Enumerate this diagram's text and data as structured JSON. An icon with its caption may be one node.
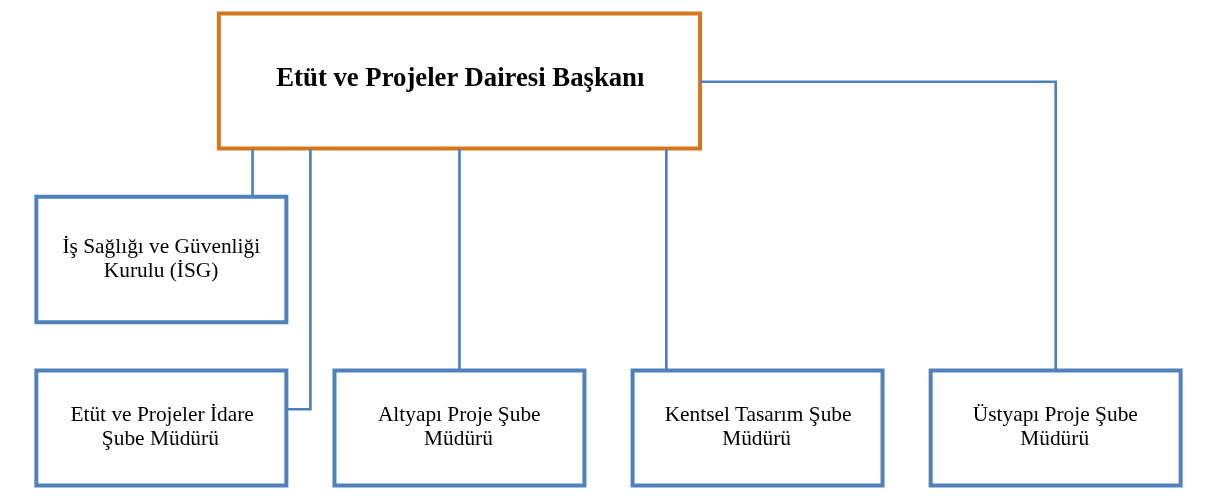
{
  "diagram": {
    "nodes": [
      {
        "text": [
          "Etüt ve Projeler Dairesi Başkanı"
        ]
      },
      {
        "text": [
          "İş Sağlığı ve Güvenliği Kurulu (İSG)"
        ]
      },
      {
        "text": [
          "Etüt ve Projeler İdare Şube Müdürü"
        ]
      },
      {
        "text": [
          "Altyapı Proje Şube Müdürü"
        ]
      },
      {
        "text": [
          "Kentsel Tasarım Şube Müdürü"
        ]
      },
      {
        "text": [
          "Üstyapı Proje Şube Müdürü"
        ]
      }
    ],
    "edges": [
      {
        "from": 0,
        "to": 1,
        "arrow": "none"
      },
      {
        "from": 0,
        "to": 2,
        "arrow": "none"
      },
      {
        "from": 0,
        "to": 3,
        "arrow": "none"
      },
      {
        "from": 0,
        "to": 4,
        "arrow": "none"
      },
      {
        "from": 0,
        "to": 5,
        "arrow": "none"
      }
    ]
  }
}
